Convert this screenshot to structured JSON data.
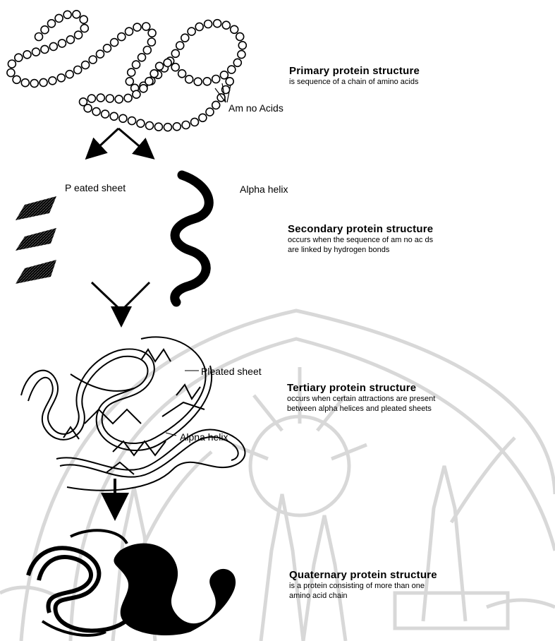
{
  "labels": {
    "amino_acids": "Am no Acids",
    "pleated_sheet_top": "P eated sheet",
    "alpha_helix_top": "Alpha helix",
    "pleated_sheet_tertiary": "Pleated sheet",
    "alpha_helix_tertiary": "Alpna helix"
  },
  "levels": [
    {
      "title": "Primary protein structure",
      "desc": [
        "is sequence of a chain of amino acids"
      ]
    },
    {
      "title": "Secondary protein structure",
      "desc": [
        "occurs when the sequence of am no ac ds",
        "are linked by hydrogen bonds"
      ]
    },
    {
      "title": "Tertiary protein structure",
      "desc": [
        "occurs when certain attractions are present",
        "between alpha helices and pleated sheets"
      ]
    },
    {
      "title": "Quaternary protein structure",
      "desc": [
        "is a protein consisting of more than one",
        "amino acid chain"
      ]
    }
  ],
  "colors": {
    "watermark": "#d8d8d8",
    "ink": "#000000"
  }
}
